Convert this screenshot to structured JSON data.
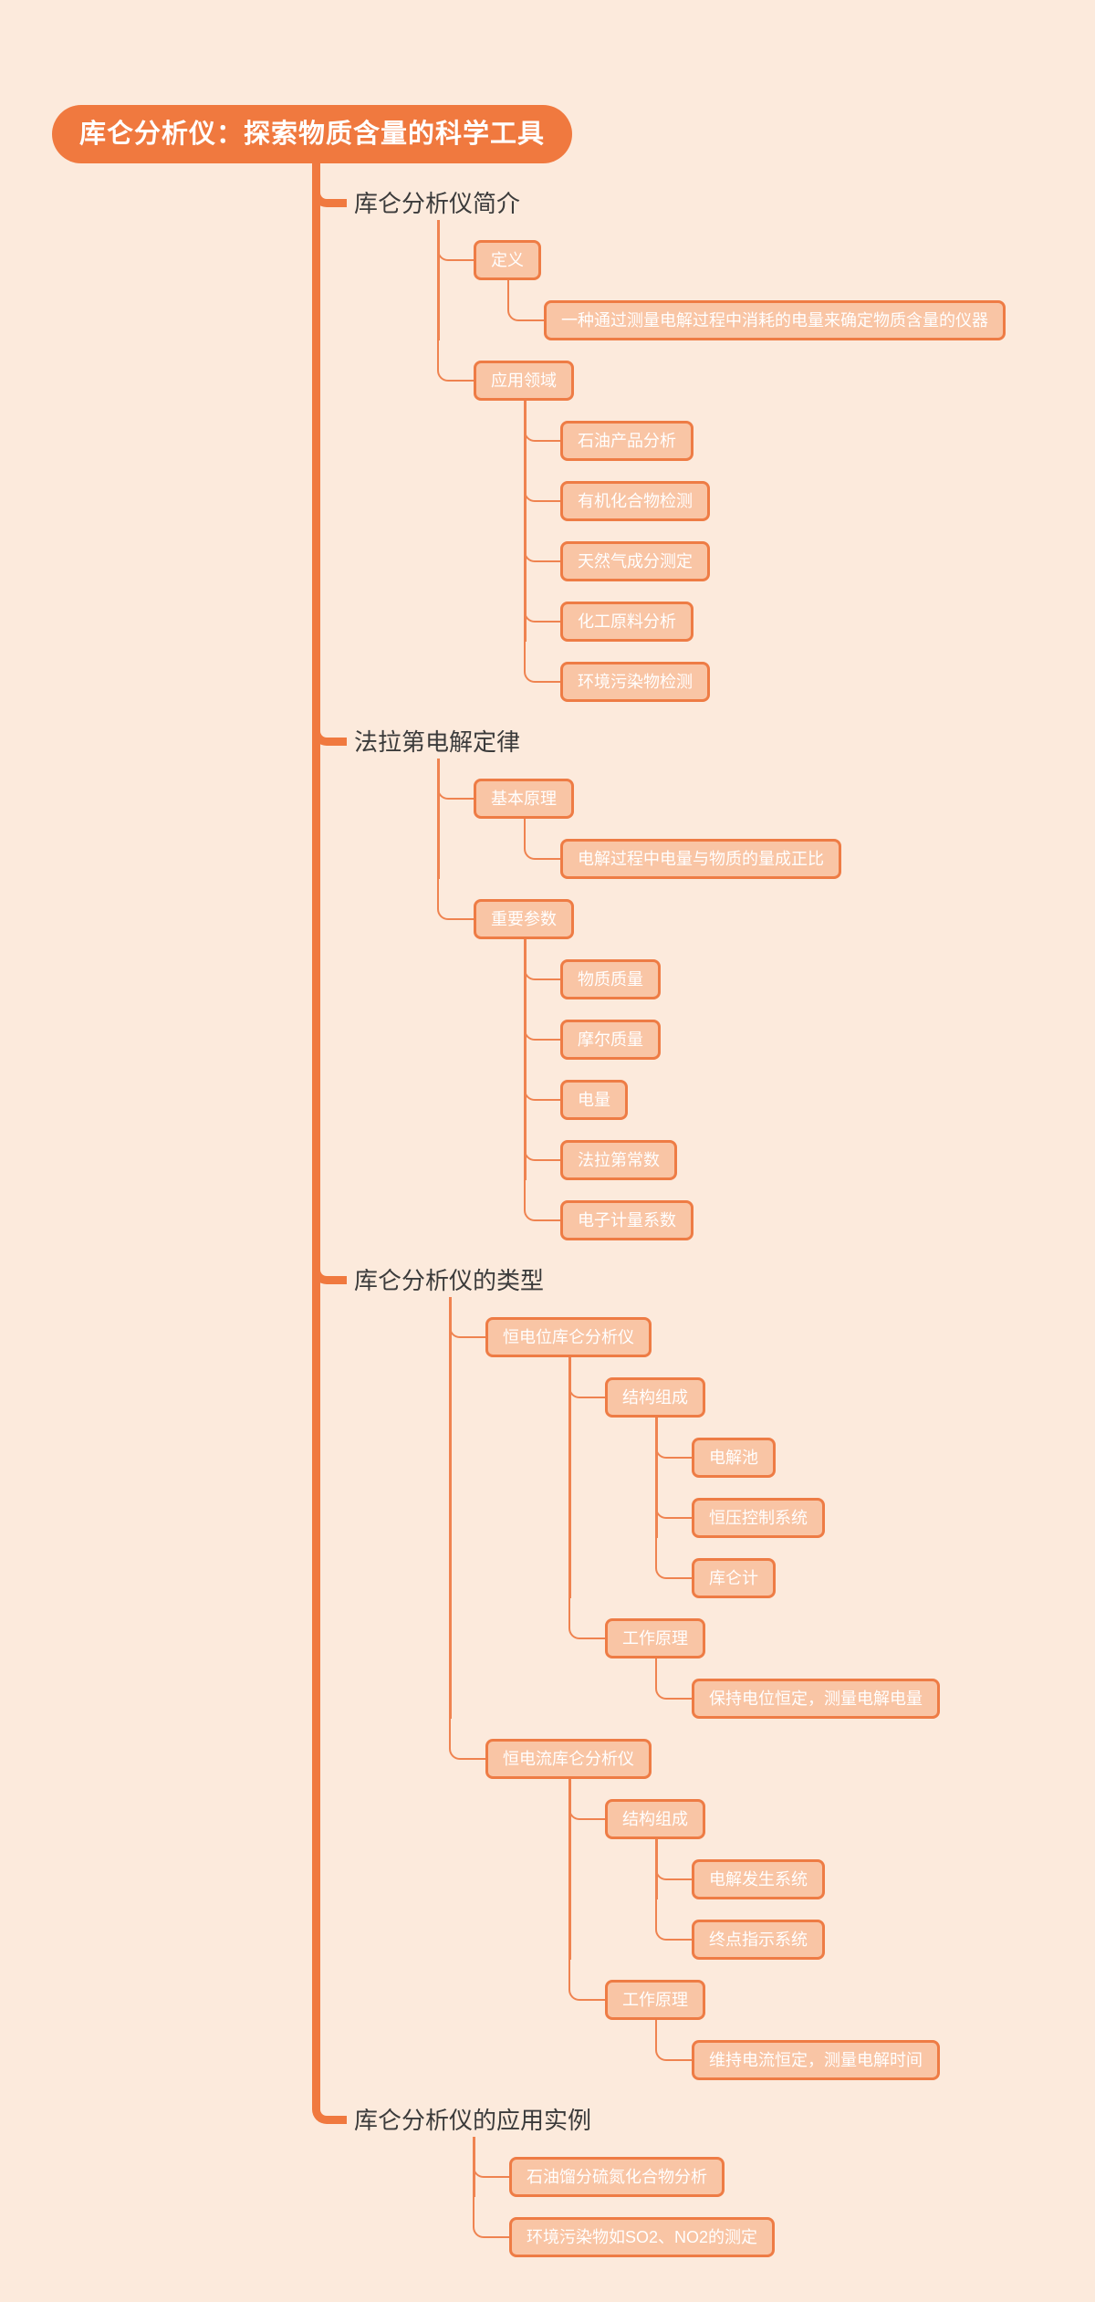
{
  "colors": {
    "background": "#FCEADC",
    "accent": "#F0793F",
    "line": "#EF8350",
    "node_fill": "#F9C5A5",
    "node_border": "#EE7C45",
    "node_text": "#FFFFFF",
    "branch_text": "#3B3B3B"
  },
  "mindmap": {
    "root": {
      "label": "库仑分析仪：探索物质含量的科学工具",
      "children": [
        {
          "label": "库仑分析仪简介",
          "children": [
            {
              "label": "定义",
              "children": [
                {
                  "label": "一种通过测量电解过程中消耗的电量来确定物质含量的仪器"
                }
              ]
            },
            {
              "label": "应用领域",
              "children": [
                {
                  "label": "石油产品分析"
                },
                {
                  "label": "有机化合物检测"
                },
                {
                  "label": "天然气成分测定"
                },
                {
                  "label": "化工原料分析"
                },
                {
                  "label": "环境污染物检测"
                }
              ]
            }
          ]
        },
        {
          "label": "法拉第电解定律",
          "children": [
            {
              "label": "基本原理",
              "children": [
                {
                  "label": "电解过程中电量与物质的量成正比"
                }
              ]
            },
            {
              "label": "重要参数",
              "children": [
                {
                  "label": "物质质量"
                },
                {
                  "label": "摩尔质量"
                },
                {
                  "label": "电量"
                },
                {
                  "label": "法拉第常数"
                },
                {
                  "label": "电子计量系数"
                }
              ]
            }
          ]
        },
        {
          "label": "库仑分析仪的类型",
          "children": [
            {
              "label": "恒电位库仑分析仪",
              "children": [
                {
                  "label": "结构组成",
                  "children": [
                    {
                      "label": "电解池"
                    },
                    {
                      "label": "恒压控制系统"
                    },
                    {
                      "label": "库仑计"
                    }
                  ]
                },
                {
                  "label": "工作原理",
                  "children": [
                    {
                      "label": "保持电位恒定，测量电解电量"
                    }
                  ]
                }
              ]
            },
            {
              "label": "恒电流库仑分析仪",
              "children": [
                {
                  "label": "结构组成",
                  "children": [
                    {
                      "label": "电解发生系统"
                    },
                    {
                      "label": "终点指示系统"
                    }
                  ]
                },
                {
                  "label": "工作原理",
                  "children": [
                    {
                      "label": "维持电流恒定，测量电解时间"
                    }
                  ]
                }
              ]
            }
          ]
        },
        {
          "label": "库仑分析仪的应用实例",
          "children": [
            {
              "label": "石油馏分硫氮化合物分析"
            },
            {
              "label": "环境污染物如SO2、NO2的测定"
            }
          ]
        }
      ]
    }
  }
}
